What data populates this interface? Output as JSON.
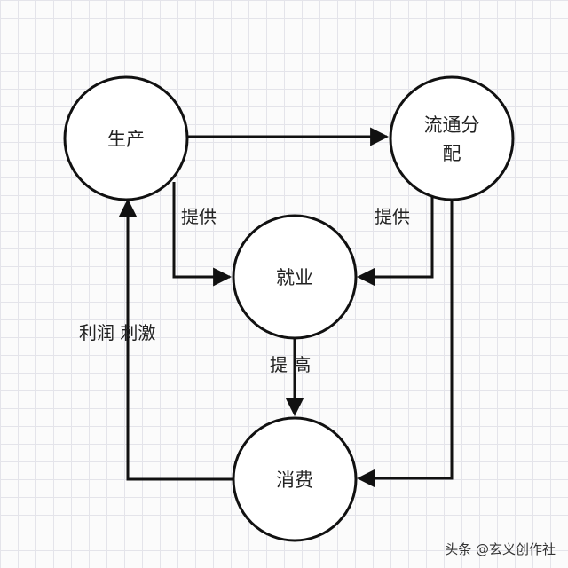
{
  "nodes": {
    "production": "生产",
    "distribution_line1": "流通分",
    "distribution_line2": "配",
    "employment": "就业",
    "consumption": "消费"
  },
  "edges": {
    "production_provides": "提供",
    "distribution_provides": "提供",
    "employment_raises": "提 高",
    "profit_stimulus": "利润 刺激"
  },
  "watermark": {
    "text": "头条 @玄义创作社"
  }
}
